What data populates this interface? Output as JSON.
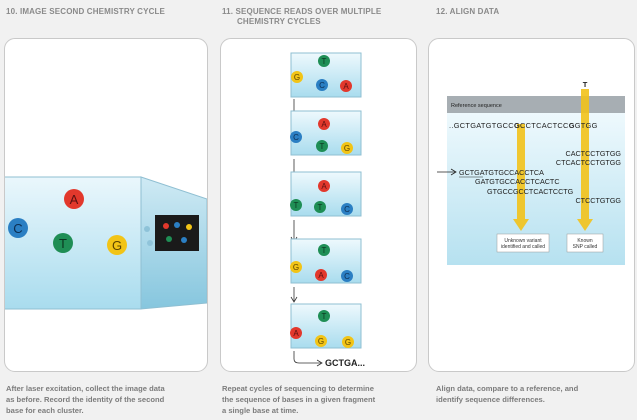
{
  "panels": [
    {
      "heading": "10. IMAGE SECOND CHEMISTRY CYCLE",
      "caption_lines": [
        "After laser excitation, collect the image data",
        "as before. Record the identity of the second",
        "base for each cluster."
      ]
    },
    {
      "heading_lines": [
        "11. SEQUENCE READS OVER MULTIPLE",
        "CHEMISTRY CYCLES"
      ],
      "caption_lines": [
        "Repeat cycles of sequencing to determine",
        "the sequence of bases in a given fragment",
        "a single base at time."
      ],
      "result": "GCTGA..."
    },
    {
      "heading": "12. ALIGN DATA",
      "caption_lines": [
        "Align data, compare to a reference, and",
        "identify sequence differences."
      ],
      "reference_label": "Reference sequence",
      "reference_prefix": "..GCTGATGTGCC",
      "reference_g": "G",
      "reference_mid": "CCTCACTCC",
      "reference_t": "G",
      "reference_suffix": "GTGG",
      "top_t": "T",
      "reads": [
        "CACTCCTGTGG",
        "CTCACTCCTGTGG",
        "GCTGATGTGCCACCTCA",
        "GATGTGCCACCTCACTC",
        "GTGCCGCCTCACTCCTG",
        "CTCCTGTGG"
      ],
      "label_unknown": [
        "Unknown variant",
        "identified and called"
      ],
      "label_known": [
        "Known",
        "SNP called"
      ]
    }
  ],
  "bases": {
    "A": "A",
    "C": "C",
    "G": "G",
    "T": "T"
  },
  "colors": {
    "A": "#e2382c",
    "C": "#2b7fc3",
    "G": "#f2c416",
    "T": "#1f8e55",
    "arrow": "#f2c21a",
    "caption": "#7c7c7c",
    "heading": "#8a8a8a"
  }
}
